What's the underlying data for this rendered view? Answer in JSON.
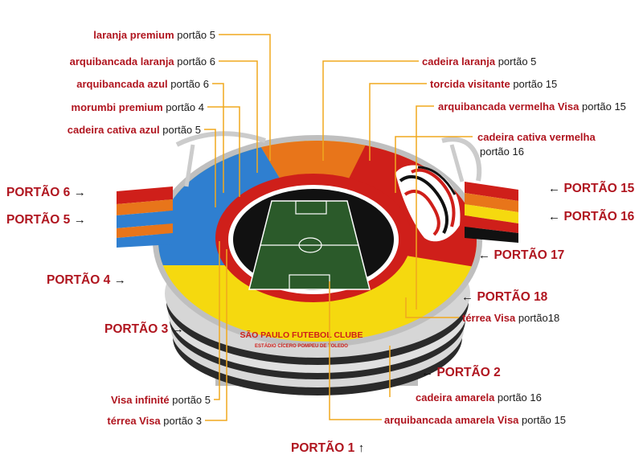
{
  "labels": {
    "l1": {
      "name": "laranja premium",
      "gate": "portão 5"
    },
    "l2": {
      "name": "arquibancada laranja",
      "gate": "portão 6"
    },
    "l3": {
      "name": "arquibancada azul",
      "gate": "portão 6"
    },
    "l4": {
      "name": "morumbi premium",
      "gate": "portão 4"
    },
    "l5": {
      "name": "cadeira cativa azul",
      "gate": "portão 5"
    },
    "r1": {
      "name": "cadeira laranja",
      "gate": "portão 5"
    },
    "r2": {
      "name": "torcida visitante",
      "gate": "portão 15"
    },
    "r3": {
      "name": "arquibancada vermelha Visa",
      "gate": "portão 15"
    },
    "r4": {
      "name": "cadeira cativa vermelha",
      "gate": "portão 16"
    },
    "r5": {
      "name": "térrea Visa",
      "gate": "portão18"
    },
    "b1": {
      "name": "Visa infinité",
      "gate": "portão 5"
    },
    "b2": {
      "name": "térrea Visa",
      "gate": "portão 3"
    },
    "b3": {
      "name": "cadeira amarela",
      "gate": "portão 16"
    },
    "b4": {
      "name": "arquibancada amarela Visa",
      "gate": "portão 15"
    }
  },
  "gates": {
    "g6": "PORTÃO 6",
    "g5": "PORTÃO 5",
    "g4": "PORTÃO 4",
    "g3": "PORTÃO 3",
    "g1": "PORTÃO 1",
    "g2": "PORTÃO 2",
    "g18": "PORTÃO 18",
    "g17": "PORTÃO 17",
    "g16": "PORTÃO 16",
    "g15": "PORTÃO 15"
  },
  "arrows": {
    "right": "→",
    "left": "←",
    "up": "↑"
  },
  "stadium": {
    "name": "SÃO PAULO FUTEBOL CLUBE",
    "subtitle": "ESTÁDIO CÍCERO POMPEU DE TOLEDO"
  },
  "colors": {
    "orange": "#e8751a",
    "blue": "#2f7fd0",
    "red": "#cf1f1a",
    "yellow": "#f5d90f",
    "pitch": "#2b5a2a",
    "label_red": "#b0151f",
    "leader": "#f0a81e"
  }
}
